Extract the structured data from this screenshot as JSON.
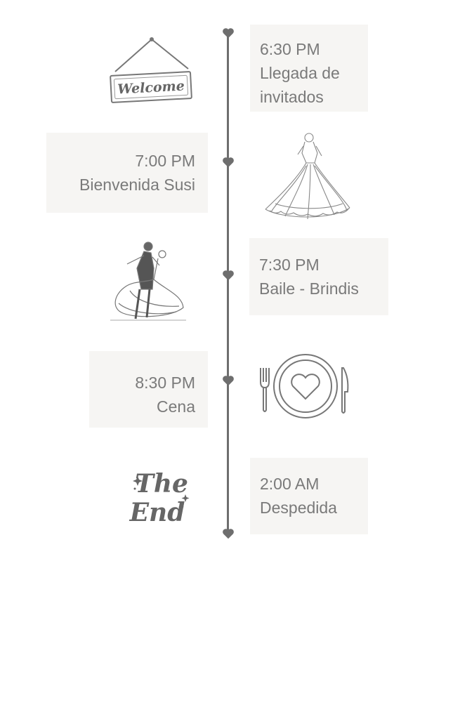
{
  "events": [
    {
      "time": "6:30 PM",
      "lines": [
        "Llegada de",
        "invitados"
      ]
    },
    {
      "time": "7:00 PM",
      "lines": [
        "Bienvenida Susi"
      ]
    },
    {
      "time": "7:30 PM",
      "lines": [
        "Baile - Brindis"
      ]
    },
    {
      "time": "8:30 PM",
      "lines": [
        "Cena"
      ]
    },
    {
      "time": "2:00 AM",
      "lines": [
        "Despedida"
      ]
    }
  ],
  "illustrations": {
    "welcome_sign_text": "Welcome",
    "the_end_text_1": "The",
    "the_end_text_2": "End"
  },
  "colors": {
    "line": "#6e6e6e",
    "card_bg": "#f6f5f3",
    "text": "#7a7a7a"
  }
}
